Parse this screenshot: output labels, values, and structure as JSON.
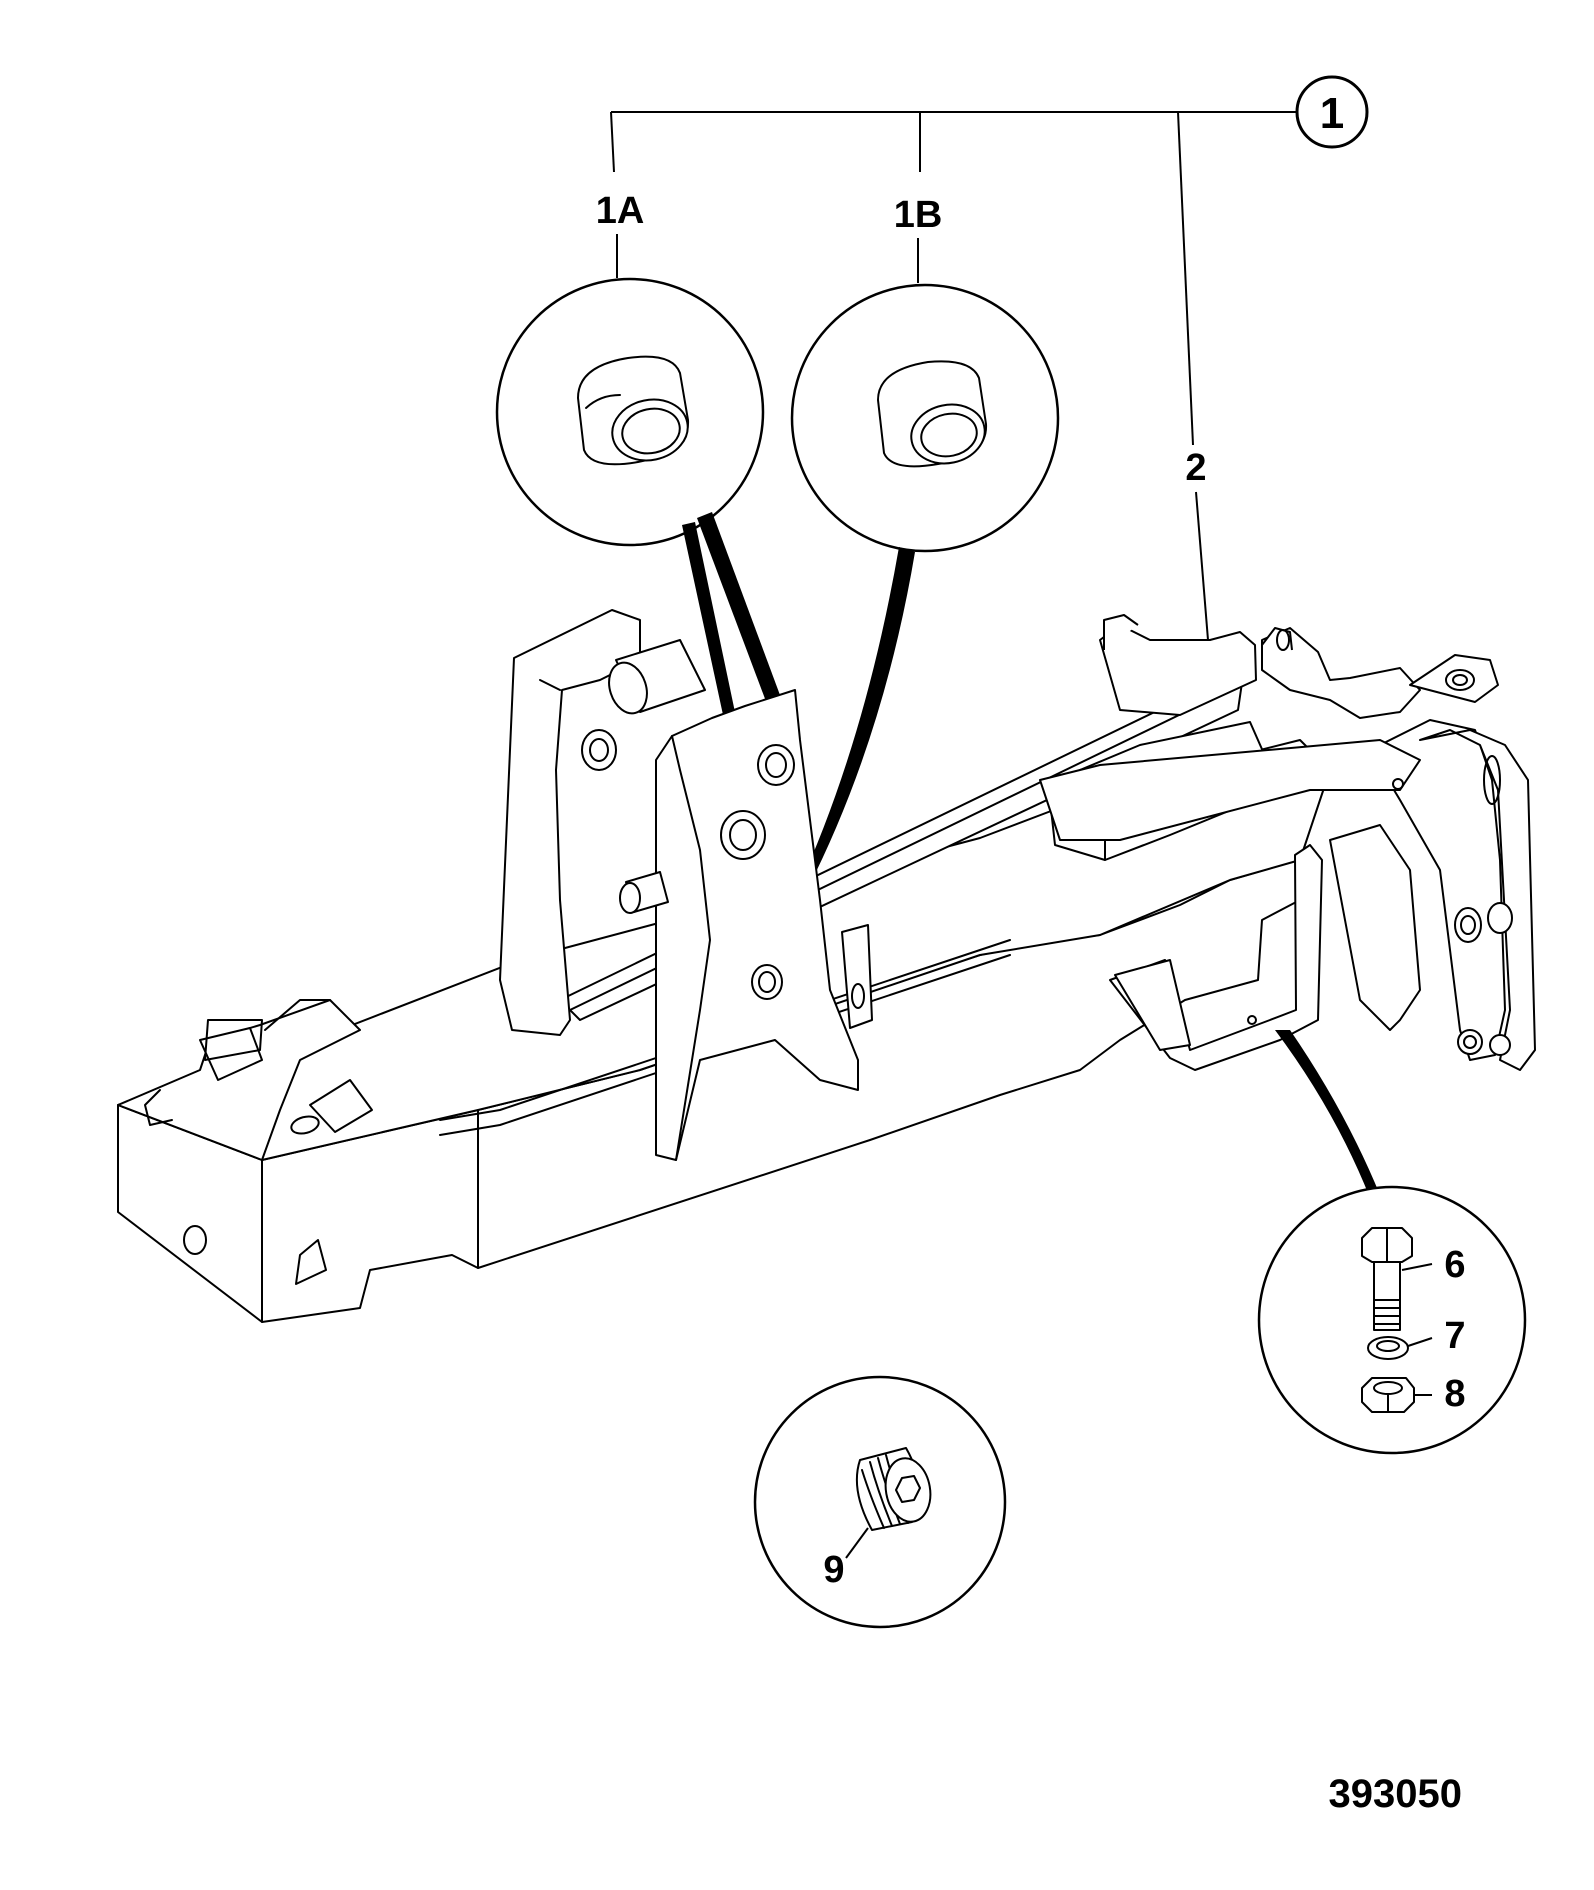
{
  "drawing_number": "393050",
  "callouts": {
    "item_1": "1",
    "item_1a": "1A",
    "item_1b": "1B",
    "item_2": "2",
    "item_6": "6",
    "item_7": "7",
    "item_8": "8",
    "item_9": "9"
  },
  "colors": {
    "line": "#000000",
    "background": "#ffffff"
  }
}
